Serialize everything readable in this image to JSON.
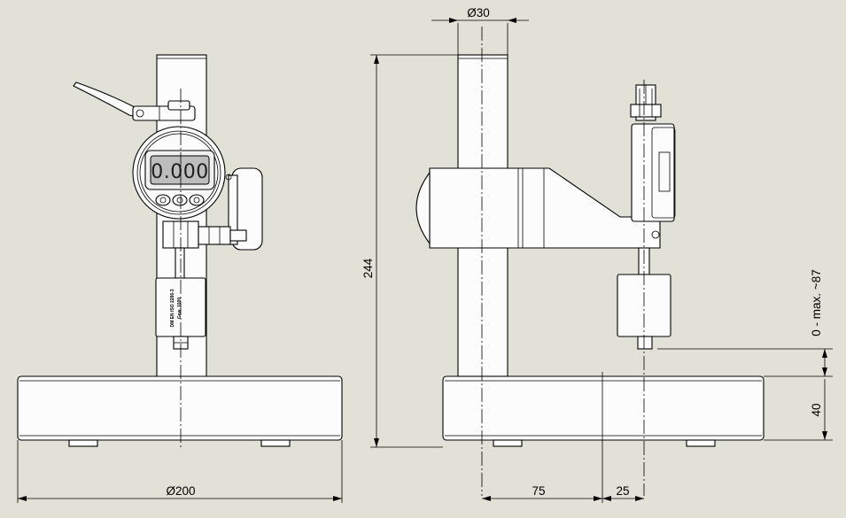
{
  "dimensions": {
    "column_diameter": "Ø30",
    "height_total": "244",
    "stroke_range": "0 - max. ~87",
    "base_height": "40",
    "base_diameter": "Ø200",
    "offset_column": "75",
    "offset_probe": "25"
  },
  "gauge": {
    "display_reading": "0.000",
    "weight_stamp_line1": "DM EN ISO 2286-3",
    "weight_stamp_line2": "Gew. 1000"
  }
}
